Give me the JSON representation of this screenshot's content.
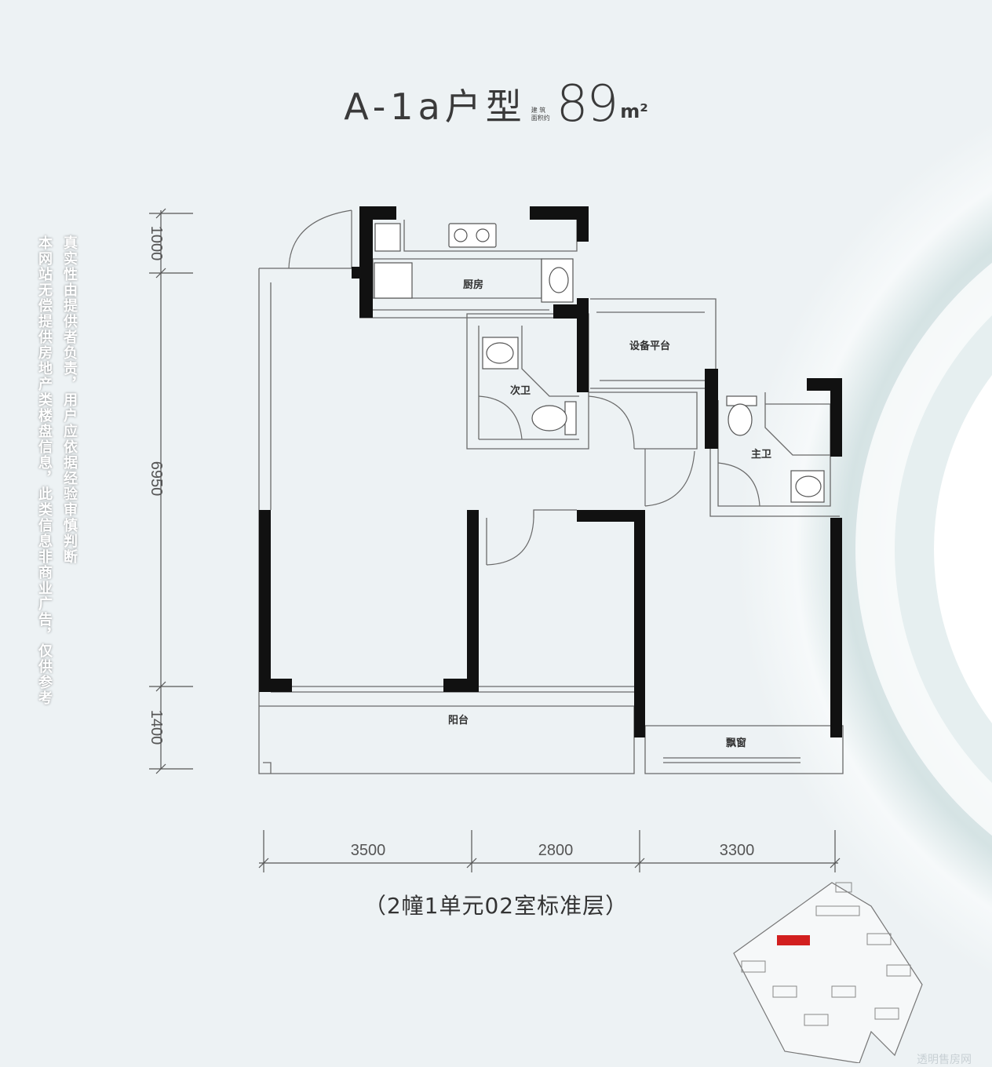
{
  "header": {
    "type_code": "A-1a户型",
    "area_label_line1": "建 筑",
    "area_label_line2": "面积约",
    "area_value": "89",
    "area_unit": "m²"
  },
  "dimensions": {
    "vertical": [
      "1000",
      "6950",
      "1400"
    ],
    "horizontal": [
      "3500",
      "2800",
      "3300"
    ]
  },
  "rooms": {
    "kitchen": "厨房",
    "equipment_platform": "设备平台",
    "secondary_bath": "次卫",
    "master_bath": "主卫",
    "balcony": "阳台",
    "bay_window": "飘窗"
  },
  "disclaimer": {
    "line1": "本网站无偿提供房地产类楼盘信息，此类信息非商业广告，仅供参考",
    "line2": "真实性由提供者负责，用户应依据经验审慎判断"
  },
  "caption": "（2幢1单元02室标准层）",
  "watermark": "透明售房网",
  "colors": {
    "background": "#edf2f4",
    "wall": "#111111",
    "highlight": "#d21f1f"
  }
}
